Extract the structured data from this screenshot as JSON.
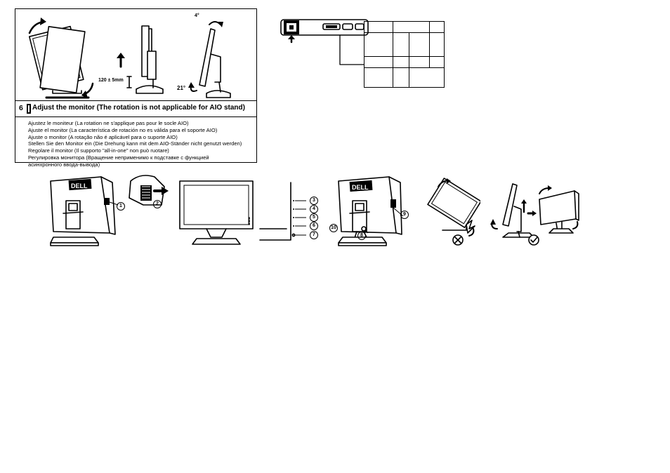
{
  "panel": {
    "step_number": "6",
    "step_title": "Adjust the monitor (The rotation is not applicable for AIO stand)",
    "height_label": "120 ± 5mm",
    "tilt_forward_label": "4°",
    "tilt_back_label": "21°",
    "translations": [
      "Ajustez le moniteur (La rotation ne s'applique pas pour le socle AIO)",
      "Ajuste el monitor (La característica de rotación no es válida para el soporte AIO)",
      "Ajuste o monitor (A rotação não é aplicável para o suporte AIO)",
      "Stellen Sie den Monitor ein (Die Drehung kann mit dem AIO-Ständer nicht genutzt werden)",
      "Regolare il monitor (Il supporto \"all-in-one\" non può ruotare)",
      "Регулировка монитора (Вращение неприменимо к подставке с функцией",
      "асинхронного ввода-вывода)"
    ]
  },
  "brand": {
    "logo_text": "DELL"
  },
  "callouts": {
    "c1": "1",
    "c2": "2",
    "c3": "3",
    "c4": "4",
    "c5": "5",
    "c6": "6",
    "c7": "7",
    "c8": "8",
    "c9": "9",
    "c10": "10"
  },
  "icons": {
    "check": "check-mark-icon",
    "cross": "cross-mark-icon",
    "arrow": "arrow-icon"
  }
}
